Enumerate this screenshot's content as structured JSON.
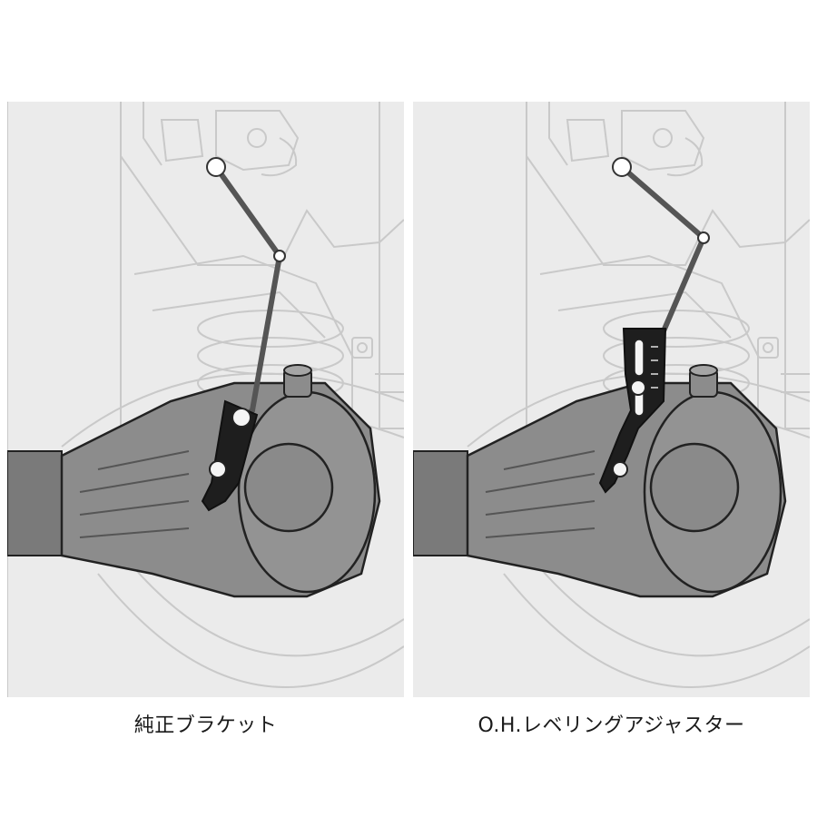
{
  "captions": {
    "left": "純正ブラケット",
    "right": "O.H.レベリングアジャスター"
  },
  "colors": {
    "panel_bg": "#ebebeb",
    "line_art": "#c9c9c9",
    "housing": "#8c8c8c",
    "housing_dark": "#6f6f6f",
    "bracket": "#1e1e1e"
  },
  "icons": {
    "left_panel": "differential-with-oem-bracket-illustration",
    "right_panel": "differential-with-adjuster-bracket-illustration"
  }
}
